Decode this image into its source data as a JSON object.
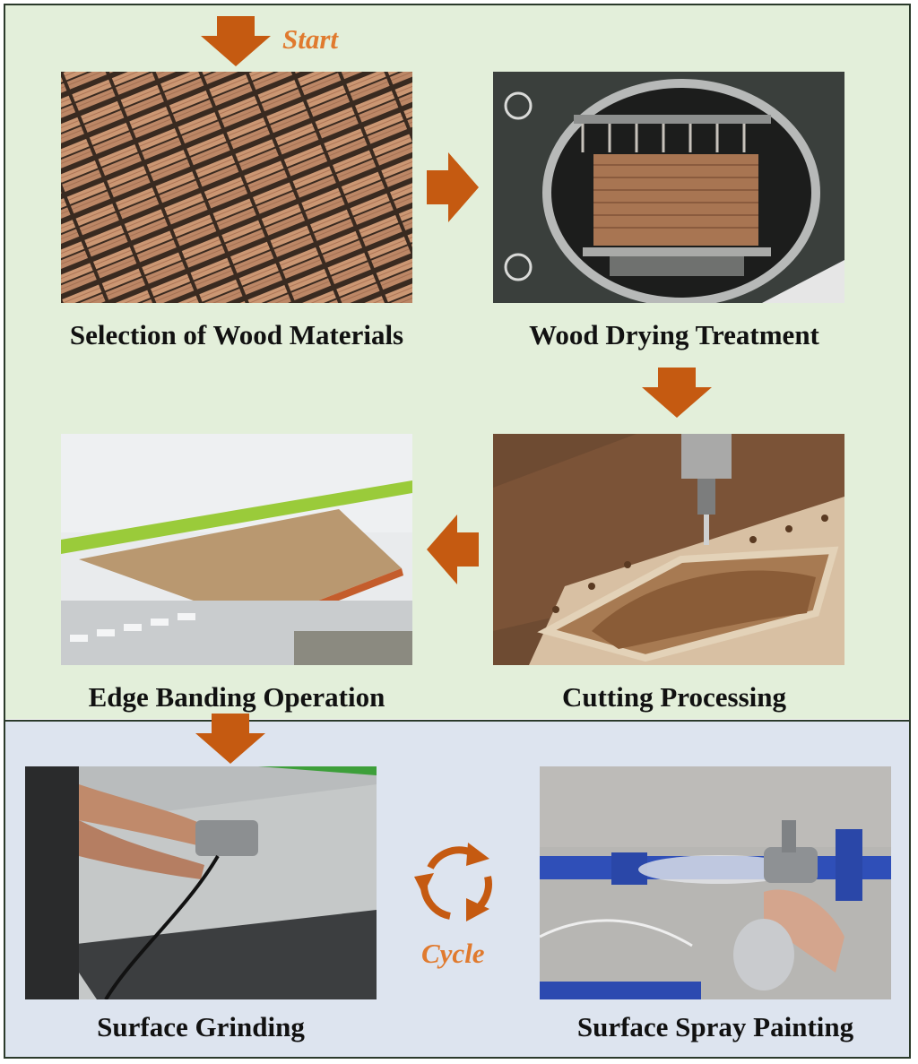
{
  "start_label": "Start",
  "cycle_label": "Cycle",
  "accent_color": "#c55a11",
  "steps": [
    {
      "caption": "Selection of Wood Materials"
    },
    {
      "caption": "Wood Drying Treatment"
    },
    {
      "caption": "Cutting Processing"
    },
    {
      "caption": "Edge Banding Operation"
    },
    {
      "caption": "Surface Grinding"
    },
    {
      "caption": "Surface Spray Painting"
    }
  ]
}
